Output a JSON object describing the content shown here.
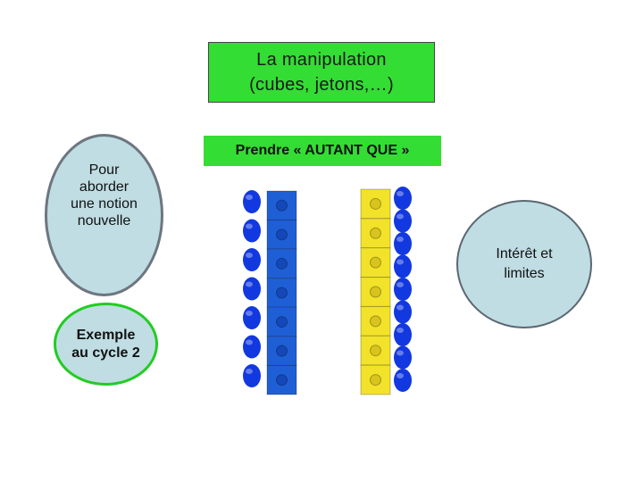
{
  "title": {
    "line1": "La manipulation",
    "line2": "(cubes, jetons,…)"
  },
  "subtitle": "Prendre « AUTANT QUE »",
  "bubbles": {
    "notion": [
      "Pour",
      "aborder",
      "une notion",
      "nouvelle"
    ],
    "example": [
      "Exemple",
      "au cycle 2"
    ],
    "interet": [
      "Intérêt et",
      "limites"
    ]
  },
  "illustration": {
    "blue_tokens": 7,
    "blue_cubes": 7,
    "yellow_cubes": 7,
    "blue_tokens_right": 9
  },
  "colors": {
    "green_box": "#33dd33",
    "bubble_fill": "#bfdde3",
    "blue": "#1f5fd6",
    "token_blue": "#1238e0",
    "yellow": "#f2e22a"
  }
}
